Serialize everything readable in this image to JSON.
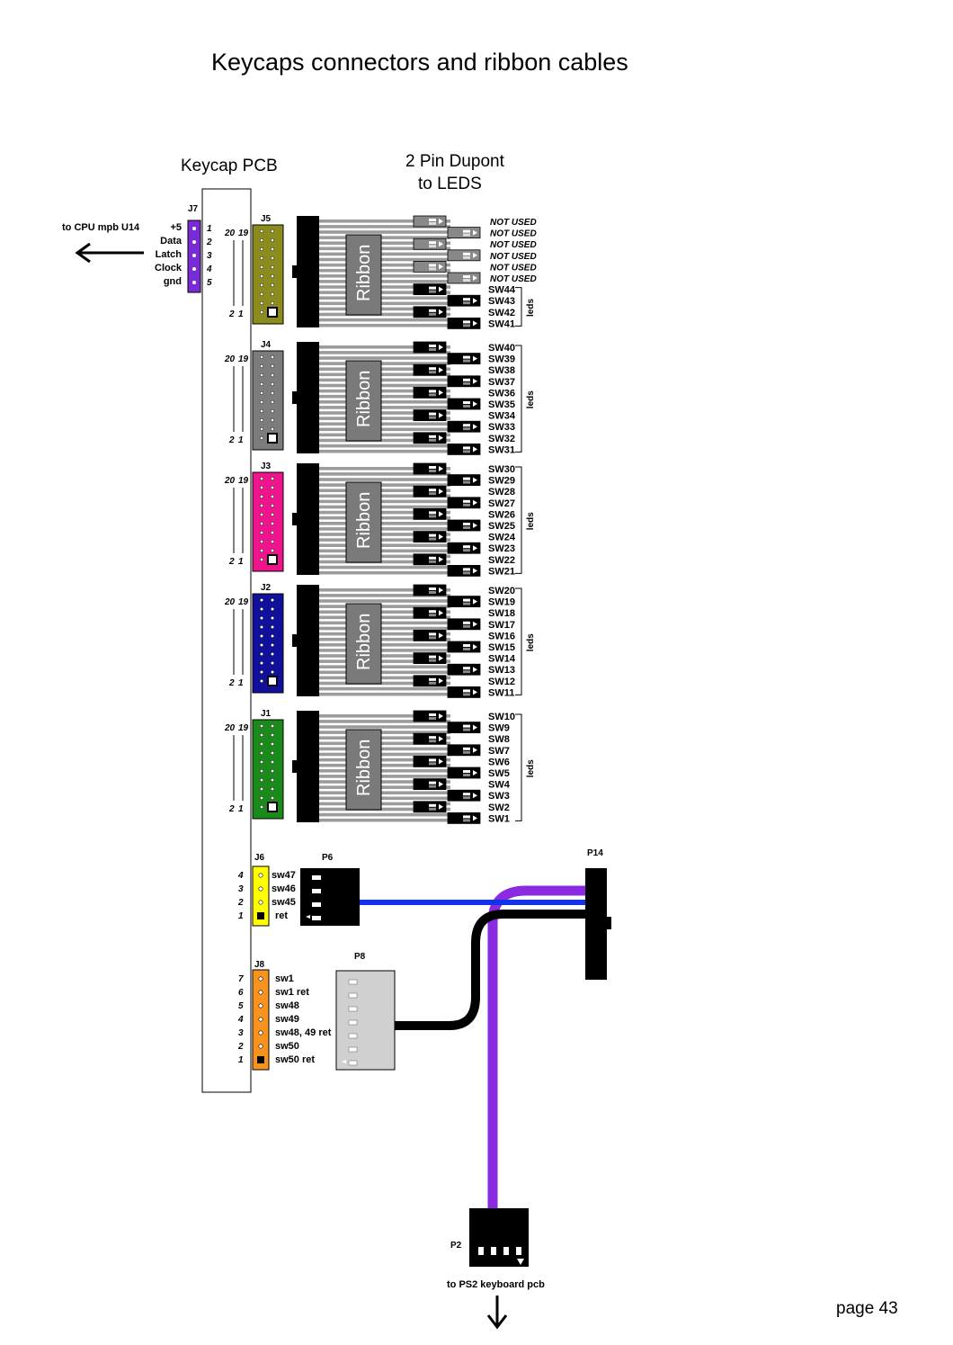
{
  "title": "Keycaps connectors and ribbon cables",
  "keycap_pcb_label": "Keycap PCB",
  "dupont_label_line1": "2 Pin Dupont",
  "dupont_label_line2": "to LEDS",
  "page_label": "page 43",
  "ribbon_label": "Ribbon",
  "leds_label": "leds",
  "j7": {
    "name": "J7",
    "destination": "to CPU mpb U14",
    "color": "#7a2bd6",
    "pins": [
      {
        "num": "1",
        "label": "+5"
      },
      {
        "num": "2",
        "label": "Data"
      },
      {
        "num": "3",
        "label": "Latch"
      },
      {
        "num": "4",
        "label": "Clock"
      },
      {
        "num": "5",
        "label": "gnd"
      }
    ]
  },
  "pin_labels": {
    "top_left": "20",
    "top_right": "19",
    "bot_left": "2",
    "bot_right": "1"
  },
  "headers": [
    {
      "name": "J5",
      "color": "#8b8b1e",
      "dot": "#ffffff",
      "switches": [
        "NOT USED",
        "NOT USED",
        "NOT USED",
        "NOT USED",
        "NOT USED",
        "NOT USED",
        "SW44",
        "SW43",
        "SW42",
        "SW41"
      ],
      "used": [
        false,
        false,
        false,
        false,
        false,
        false,
        true,
        true,
        true,
        true
      ]
    },
    {
      "name": "J4",
      "color": "#7c7c7c",
      "dot": "#ffffff",
      "switches": [
        "SW40",
        "SW39",
        "SW38",
        "SW37",
        "SW36",
        "SW35",
        "SW34",
        "SW33",
        "SW32",
        "SW31"
      ],
      "used": [
        true,
        true,
        true,
        true,
        true,
        true,
        true,
        true,
        true,
        true
      ]
    },
    {
      "name": "J3",
      "color": "#f0148c",
      "dot": "#ffffff",
      "switches": [
        "SW30",
        "SW29",
        "SW28",
        "SW27",
        "SW26",
        "SW25",
        "SW24",
        "SW23",
        "SW22",
        "SW21"
      ],
      "used": [
        true,
        true,
        true,
        true,
        true,
        true,
        true,
        true,
        true,
        true
      ]
    },
    {
      "name": "J2",
      "color": "#10109c",
      "dot": "#ffffff",
      "switches": [
        "SW20",
        "SW19",
        "SW18",
        "SW17",
        "SW16",
        "SW15",
        "SW14",
        "SW13",
        "SW12",
        "SW11"
      ],
      "used": [
        true,
        true,
        true,
        true,
        true,
        true,
        true,
        true,
        true,
        true
      ]
    },
    {
      "name": "J1",
      "color": "#1a8a1a",
      "dot": "#ffffff",
      "switches": [
        "SW10",
        "SW9",
        "SW8",
        "SW7",
        "SW6",
        "SW5",
        "SW4",
        "SW3",
        "SW2",
        "SW1"
      ],
      "used": [
        true,
        true,
        true,
        true,
        true,
        true,
        true,
        true,
        true,
        true
      ]
    }
  ],
  "j6": {
    "name": "J6",
    "color": "#ffff00",
    "pins": [
      {
        "num": "4",
        "label": "sw47"
      },
      {
        "num": "3",
        "label": "sw46"
      },
      {
        "num": "2",
        "label": "sw45"
      },
      {
        "num": "1",
        "label": "ret"
      }
    ]
  },
  "j8": {
    "name": "J8",
    "color": "#f7931e",
    "pins": [
      {
        "num": "7",
        "label": "sw1"
      },
      {
        "num": "6",
        "label": "sw1 ret"
      },
      {
        "num": "5",
        "label": "sw48"
      },
      {
        "num": "4",
        "label": "sw49"
      },
      {
        "num": "3",
        "label": "sw48, 49 ret"
      },
      {
        "num": "2",
        "label": "sw50"
      },
      {
        "num": "1",
        "label": "sw50 ret"
      }
    ]
  },
  "p6": {
    "name": "P6"
  },
  "p8": {
    "name": "P8"
  },
  "p14": {
    "name": "P14"
  },
  "p2": {
    "name": "P2",
    "destination": "to PS2 keyboard pcb"
  },
  "cable_colors": {
    "blue": "#1432e6",
    "purple": "#8a2be2",
    "black": "#000000"
  }
}
